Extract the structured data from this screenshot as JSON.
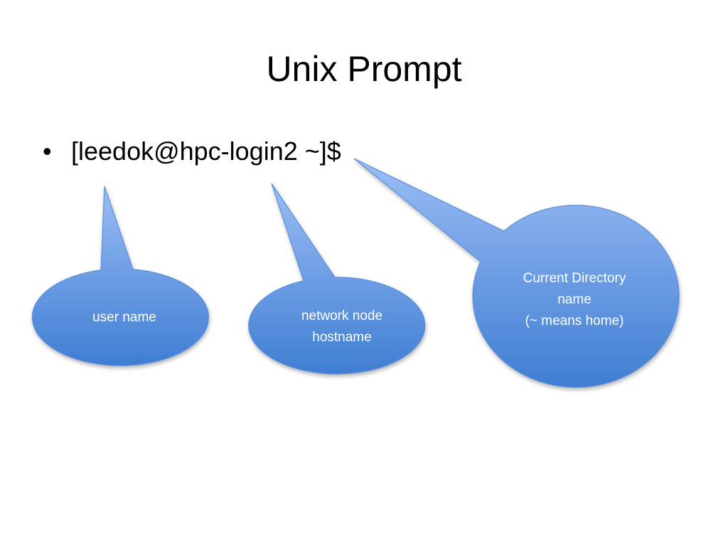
{
  "slide": {
    "title": "Unix Prompt",
    "bullet": {
      "marker": "•",
      "text": "[leedok@hpc-login2 ~]$"
    }
  },
  "callouts": {
    "user": {
      "label": "user name"
    },
    "host": {
      "line1": "network node",
      "line2": "hostname"
    },
    "directory": {
      "line1": "Current Directory",
      "line2": "name",
      "line3": "(~ means home)"
    }
  },
  "colors": {
    "callout_fill_light": "#9bbdf5",
    "callout_fill_dark": "#3f7ed3",
    "callout_stroke": "#5b8fd9",
    "callout_text": "#ffffff",
    "title_text": "#000000"
  }
}
